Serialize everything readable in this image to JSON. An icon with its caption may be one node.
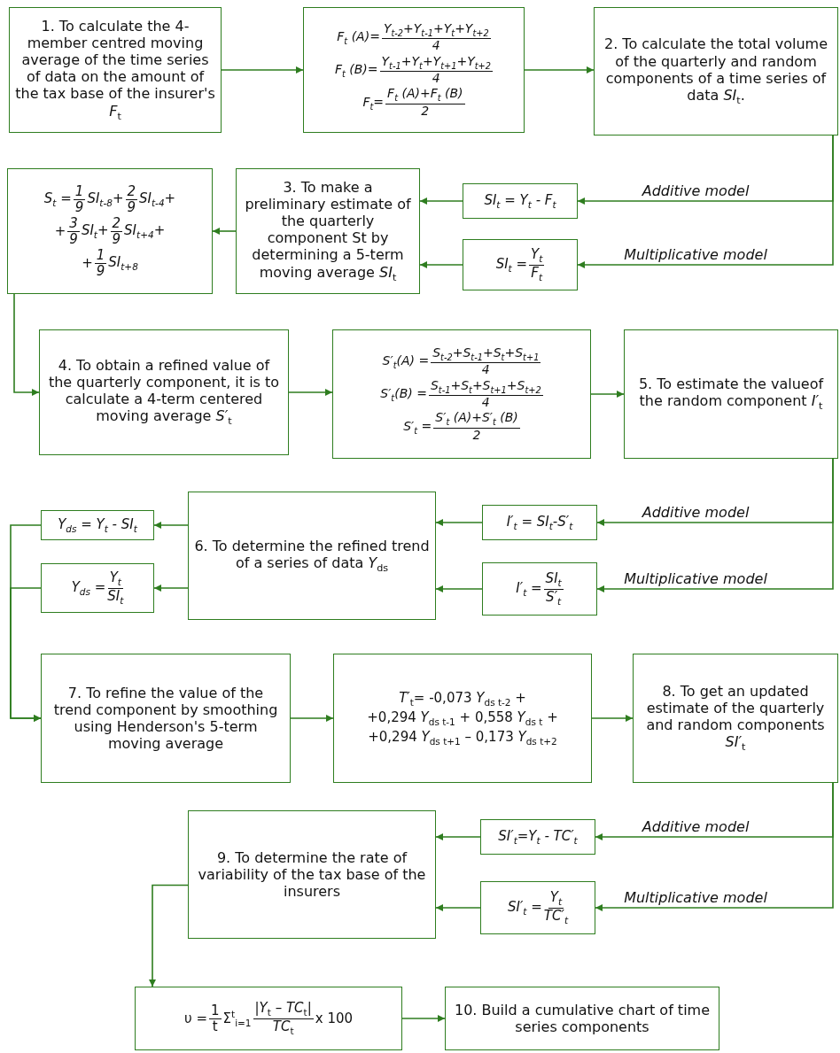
{
  "diagram": {
    "nodes": [
      {
        "text": [
          "1. To calculate the 4-member centred moving average of the time series of data on the amount of the tax base of the insurer's *F*$_{t}$"
        ]
      },
      {
        "text": [
          "F$_{t}$ (A)=",
          "Y$_{t-2}$+Y$_{t-1}$+Y$_{t}$+Y$_{t+2}$",
          "4",
          "F$_{t}$ (B)=",
          "Y$_{t-1}$+Y$_{t}$+Y$_{t+1}$+Y$_{t+2}$",
          "4",
          "F$_{t}$=",
          "F$_{t}$ (A)+F$_{t}$ (B)",
          "2"
        ]
      },
      {
        "text": [
          "2. To calculate the total volume of the quarterly and random components of a time series of data *SI*$_{t}$."
        ]
      },
      {
        "text": [
          "S$_{t}$ =",
          "1",
          "9",
          "SI$_{t-8}$+",
          "2",
          "9",
          "SI$_{t-4}$+",
          "+",
          "3",
          "9",
          "SI$_{t}$+",
          "2",
          "9",
          "SI$_{t+4}$+",
          "+",
          "1",
          "9",
          "SI$_{t+8}$"
        ]
      },
      {
        "text": [
          "3. To make a preliminary estimate of the quarterly component St by determining a 5-term moving average *SI*$_{t}$"
        ]
      },
      {
        "text": [
          "SI$_{t}$ = Y$_{t}$ - F$_{t}$"
        ]
      },
      {
        "text": [
          "SI$_{t}$ =",
          "Y$_{t}$",
          "F$_{t}$"
        ]
      },
      {
        "text": [
          "4. To obtain a refined value of the quarterly component, it is to calculate a 4-term centered moving average *S′*$_{t}$"
        ]
      },
      {
        "text": [
          "S′$_{t}$(A) =",
          "S$_{t-2}$+S$_{t-1}$+S$_{t}$+S$_{t+1}$",
          "4",
          "S′$_{t}$(B) =",
          "S$_{t-1}$+S$_{t}$+S$_{t+1}$+S$_{t+2}$",
          "4",
          "S′$_{t}$ =",
          "S′$_{t}$ (A)+S′$_{t}$ (B)",
          "2"
        ]
      },
      {
        "text": [
          "5. To estimate the valueof the random component *I′*$_{t}$"
        ]
      },
      {
        "text": [
          "Y$_{ds}$ = Y$_{t}$ - SI$_{t}$"
        ]
      },
      {
        "text": [
          "Y$_{ds}$ =",
          "Y$_{t}$",
          "SI$_{t}$"
        ]
      },
      {
        "text": [
          "6. To determine the refined trend of a series of data *Y*$_{ds}$"
        ]
      },
      {
        "text": [
          "I′$_{t}$ = SI$_{t}$-S′$_{t}$"
        ]
      },
      {
        "text": [
          "I′$_{t}$ =",
          "SI$_{t}$",
          "S′$_{t}$"
        ]
      },
      {
        "text": [
          "7. To refine the value of the trend component by smoothing using Henderson's 5-term moving average"
        ]
      },
      {
        "text": [
          "*T′*$_{t}$= -0,073 *Y*$_{ds t-2}$ +",
          "+0,294 *Y*$_{ds t-1}$ + 0,558 *Y*$_{ds t}$ +",
          "+0,294 *Y*$_{ds t+1}$ – 0,173 *Y*$_{ds t+2}$"
        ]
      },
      {
        "text": [
          "8. To get an updated estimate of the quarterly and random components *SI′*$_{t}$"
        ]
      },
      {
        "text": [
          "9. To determine the rate of variability of the tax base of the insurers"
        ]
      },
      {
        "text": [
          "SI′$_{t}$=Y$_{t}$ - TC′$_{t}$"
        ]
      },
      {
        "text": [
          "SI′$_{t}$ =",
          "Y$_{t}$",
          "TC′$_{t}$"
        ]
      },
      {
        "text": [
          "υ =",
          "1",
          "t",
          "Σ$^{t}$$_{i=1}$",
          "|*Y*$_{t}$ – *TC*$_{t}$|",
          "*TC*$_{t}$",
          "x 100"
        ]
      },
      {
        "text": [
          "10. Build a cumulative chart of time series components"
        ]
      }
    ],
    "edges": [
      {
        "from": 0,
        "to": 1,
        "arrow": "to"
      },
      {
        "from": 1,
        "to": 2,
        "arrow": "to"
      },
      {
        "from": 2,
        "to": 5,
        "arrow": "to",
        "label": "Additive model"
      },
      {
        "from": 2,
        "to": 6,
        "arrow": "to",
        "label": "Multiplicative model"
      },
      {
        "from": 5,
        "to": 4,
        "arrow": "to"
      },
      {
        "from": 6,
        "to": 4,
        "arrow": "to"
      },
      {
        "from": 4,
        "to": 3,
        "arrow": "to"
      },
      {
        "from": 3,
        "to": 7,
        "arrow": "to"
      },
      {
        "from": 7,
        "to": 8,
        "arrow": "to"
      },
      {
        "from": 8,
        "to": 9,
        "arrow": "to"
      },
      {
        "from": 9,
        "to": 13,
        "arrow": "to",
        "label": "Additive model"
      },
      {
        "from": 9,
        "to": 14,
        "arrow": "to",
        "label": "Multiplicative model"
      },
      {
        "from": 13,
        "to": 12,
        "arrow": "to"
      },
      {
        "from": 14,
        "to": 12,
        "arrow": "to"
      },
      {
        "from": 12,
        "to": 10,
        "arrow": "to"
      },
      {
        "from": 12,
        "to": 11,
        "arrow": "to"
      },
      {
        "from": 10,
        "to": 15,
        "arrow": "to"
      },
      {
        "from": 11,
        "to": 15,
        "arrow": "to"
      },
      {
        "from": 15,
        "to": 16,
        "arrow": "to"
      },
      {
        "from": 16,
        "to": 17,
        "arrow": "to"
      },
      {
        "from": 17,
        "to": 19,
        "arrow": "to",
        "label": "Additive model"
      },
      {
        "from": 17,
        "to": 20,
        "arrow": "to",
        "label": "Multiplicative model"
      },
      {
        "from": 19,
        "to": 18,
        "arrow": "to"
      },
      {
        "from": 20,
        "to": 18,
        "arrow": "to"
      },
      {
        "from": 18,
        "to": 21,
        "arrow": "to"
      },
      {
        "from": 21,
        "to": 22,
        "arrow": "to"
      }
    ]
  }
}
